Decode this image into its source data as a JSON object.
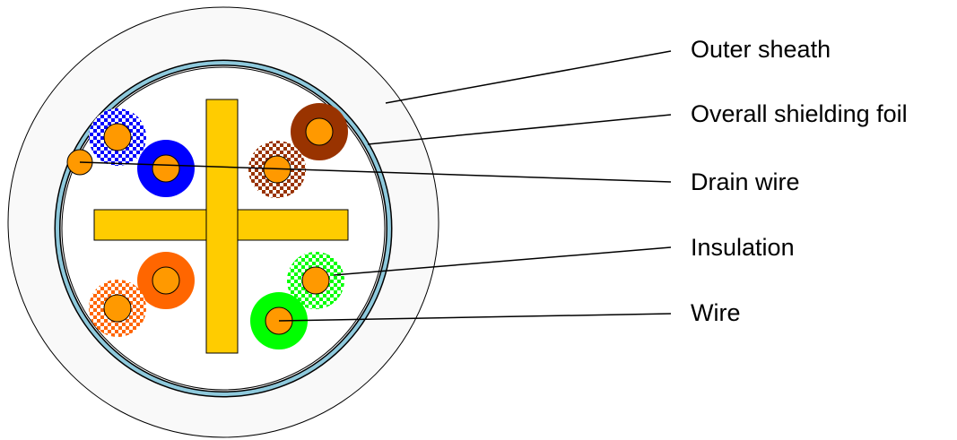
{
  "labels": {
    "outer_sheath": "Outer sheath",
    "overall_shielding_foil": "Overall shielding foil",
    "drain_wire": "Drain wire",
    "insulation": "Insulation",
    "wire": "Wire"
  },
  "colors": {
    "sheath_fill": "#f9f9f9",
    "foil": "#8ec9dc",
    "separator": "#ffcc00",
    "conductor": "#ff9900",
    "blue": "#0000ff",
    "brown": "#993300",
    "orange": "#ff6600",
    "green": "#00ff00"
  },
  "pairs": [
    {
      "name": "blue-pair",
      "solid": "blue",
      "striped": "blue-white"
    },
    {
      "name": "brown-pair",
      "solid": "brown",
      "striped": "brown-white"
    },
    {
      "name": "orange-pair",
      "solid": "orange",
      "striped": "orange-white"
    },
    {
      "name": "green-pair",
      "solid": "green",
      "striped": "green-white"
    }
  ]
}
